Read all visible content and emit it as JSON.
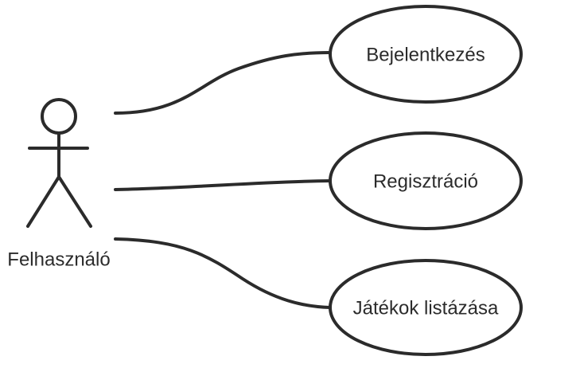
{
  "diagram": {
    "type": "use-case",
    "actor": {
      "label": "Felhasználó",
      "icon": "stick-figure-icon"
    },
    "use_cases": [
      {
        "label": "Bejelentkezés"
      },
      {
        "label": "Regisztráció"
      },
      {
        "label": "Játékok listázása"
      }
    ],
    "associations": [
      {
        "from": "Felhasználó",
        "to": "Bejelentkezés"
      },
      {
        "from": "Felhasználó",
        "to": "Regisztráció"
      },
      {
        "from": "Felhasználó",
        "to": "Játékok listázása"
      }
    ],
    "colors": {
      "stroke": "#2b2b2b",
      "background": "#ffffff"
    }
  }
}
